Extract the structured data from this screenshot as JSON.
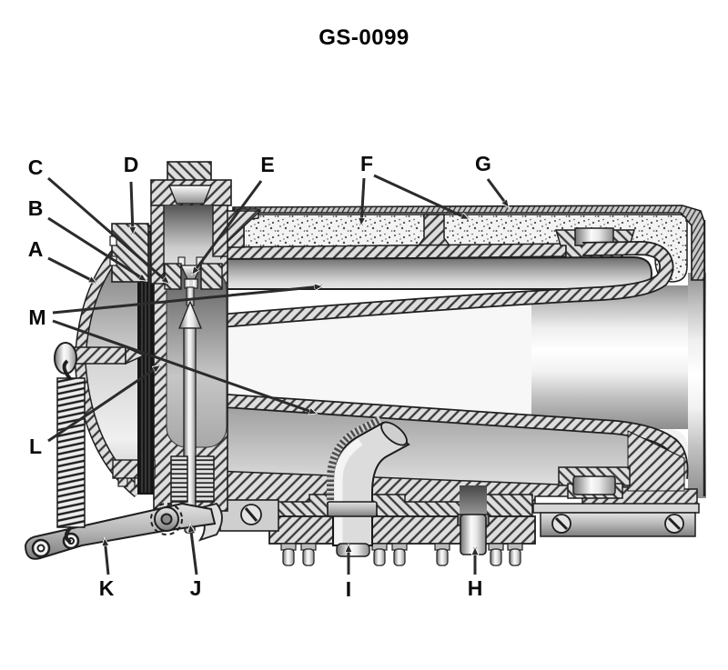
{
  "figure": {
    "title": "GS-0099"
  },
  "callouts": {
    "a": {
      "letter": "A"
    },
    "b": {
      "letter": "B"
    },
    "c": {
      "letter": "C"
    },
    "d": {
      "letter": "D"
    },
    "e": {
      "letter": "E"
    },
    "f": {
      "letter": "F"
    },
    "g": {
      "letter": "G"
    },
    "h": {
      "letter": "H"
    },
    "i": {
      "letter": "I"
    },
    "j": {
      "letter": "J"
    },
    "k": {
      "letter": "K"
    },
    "l": {
      "letter": "L"
    },
    "m": {
      "letter": "M"
    }
  }
}
